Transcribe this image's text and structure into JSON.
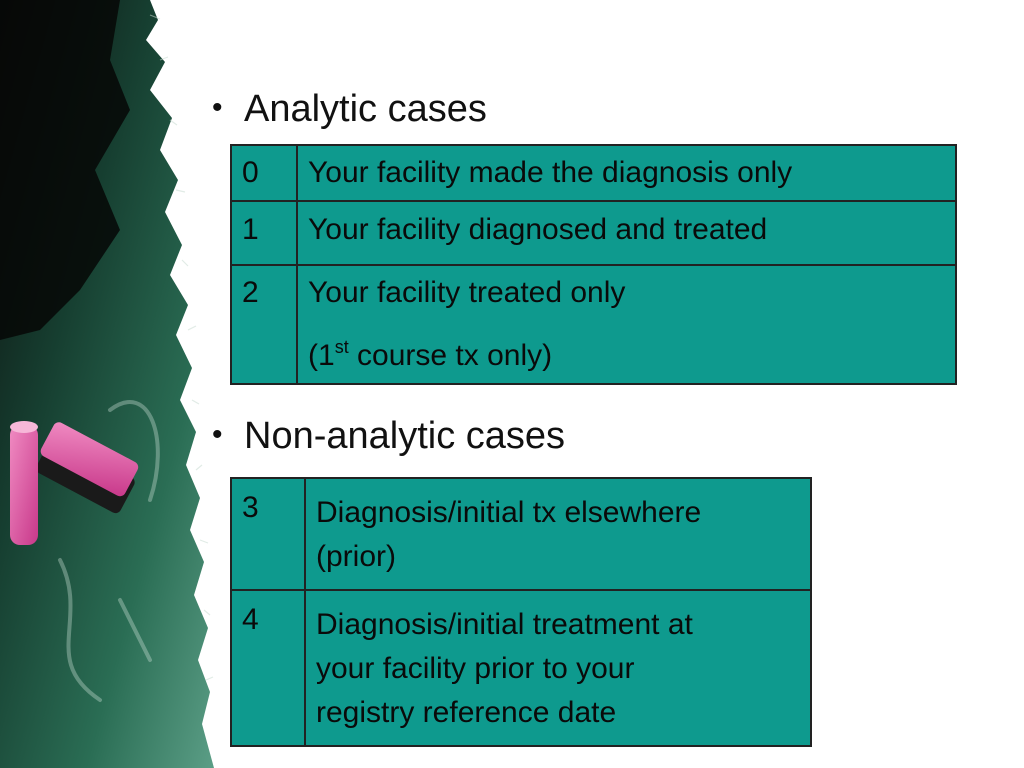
{
  "slide": {
    "sections": [
      {
        "heading": "Analytic cases",
        "rows": [
          {
            "code": "0",
            "lines": [
              "Your facility made the diagnosis only"
            ]
          },
          {
            "code": "1",
            "lines": [
              "Your facility diagnosed and treated"
            ]
          },
          {
            "code": "2",
            "line1": "Your facility treated only",
            "line2_prefix": "(1",
            "line2_sup": "st",
            "line2_suffix": " course tx only)"
          }
        ]
      },
      {
        "heading": "Non-analytic cases",
        "rows": [
          {
            "code": "3",
            "lines": [
              "Diagnosis/initial tx elsewhere",
              "(prior)"
            ]
          },
          {
            "code": "4",
            "lines": [
              "Diagnosis/initial treatment at",
              "your facility prior to your",
              "registry reference date"
            ]
          }
        ]
      }
    ],
    "bullet_glyph": "•"
  },
  "colors": {
    "table_fill": "#0e9a8e",
    "border": "#222222",
    "chalkboard": "#1f5a44",
    "chalk_pink": "#e25aa5"
  },
  "icons": {
    "decoration": "chalkboard-with-chalk"
  }
}
